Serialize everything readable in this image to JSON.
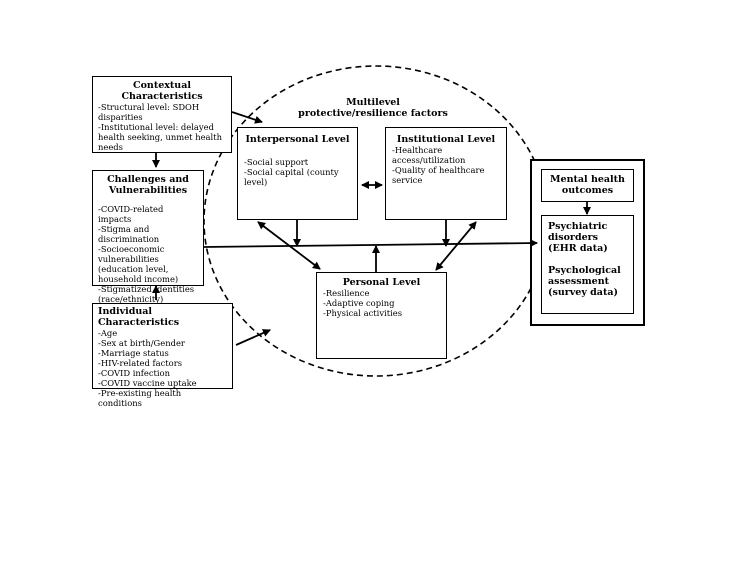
{
  "contextual": {
    "title": "Contextual Characteristics",
    "lines": [
      "-Structural level: SDOH disparities",
      "-Institutional level: delayed health seeking, unmet health needs"
    ]
  },
  "challenges": {
    "title": "Challenges and Vulnerabilities",
    "lines": [
      "-COVID-related impacts",
      "-Stigma and discrimination",
      "-Socioeconomic vulnerabilities (education level, household income)",
      "-Stigmatized identities (race/ethnicity)"
    ]
  },
  "individual": {
    "title": "Individual Characteristics",
    "lines": [
      "-Age",
      "-Sex at birth/Gender",
      "-Marriage status",
      "-HIV-related factors",
      "-COVID infection",
      "-COVID vaccine uptake",
      "-Pre-existing health conditions"
    ]
  },
  "multilevel": {
    "title": "Multilevel protective/resilience factors"
  },
  "interpersonal": {
    "title": "Interpersonal Level",
    "lines": [
      "-Social support",
      "-Social capital (county level)"
    ]
  },
  "institutional": {
    "title": "Institutional Level",
    "lines": [
      "-Healthcare access/utilization",
      "-Quality of healthcare service"
    ]
  },
  "personal": {
    "title": "Personal Level",
    "lines": [
      "-Resilience",
      "-Adaptive coping",
      "-Physical activities"
    ]
  },
  "outcomes": {
    "title": "Mental health outcomes",
    "items": [
      "Psychiatric disorders (EHR data)",
      "Psychological assessment (survey data)"
    ]
  }
}
